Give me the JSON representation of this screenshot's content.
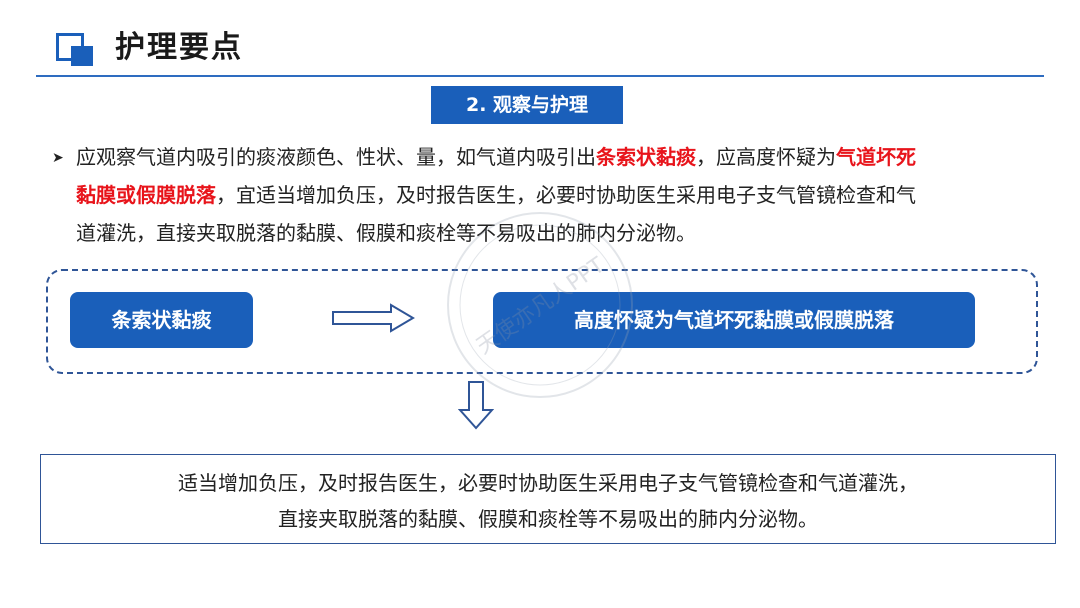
{
  "header": {
    "title": "护理要点",
    "accent_color": "#1a5fba",
    "logo_icon": "square-logo-icon"
  },
  "section": {
    "label": "2. 观察与护理"
  },
  "intro": {
    "line1": {
      "a": "应观察气道内吸引的痰液颜色、性状、量，如气道内吸引出",
      "b": "条索状黏痰",
      "c": "，应高度怀疑为",
      "d": "气道坏死"
    },
    "line2": {
      "a": "黏膜或假膜脱落",
      "b": "，宜适当增加负压，及时报告医生，必要时协助医生采用电子支气管镜检查和气"
    },
    "line3": "道灌洗，直接夹取脱落的黏膜、假膜和痰栓等不易吸出的肺内分泌物。",
    "highlight_color": "#e8141b"
  },
  "flow": {
    "left_label": "条索状黏痰",
    "right_label": "高度怀疑为气道坏死黏膜或假膜脱落",
    "arrow_right_icon": "arrow-right-icon",
    "arrow_down_icon": "arrow-down-icon"
  },
  "result": {
    "line1": "适当增加负压，及时报告医生，必要时协助医生采用电子支气管镜检查和气道灌洗，",
    "line2": "直接夹取脱落的黏膜、假膜和痰栓等不易吸出的肺内分泌物。"
  },
  "watermark": {
    "text": "天使亦凡人PPT"
  }
}
